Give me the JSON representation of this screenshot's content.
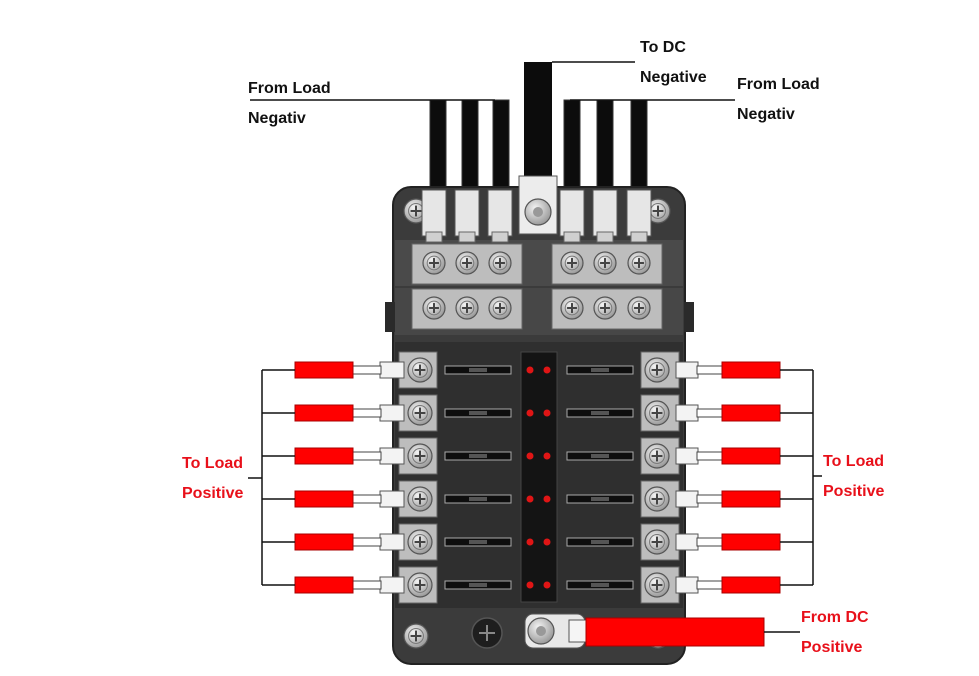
{
  "labels": {
    "from_load_negative_left": {
      "line1": "From Load",
      "line2": "Negativ"
    },
    "to_dc_negative": {
      "line1": "To DC",
      "line2": "Negative"
    },
    "from_load_negative_right": {
      "line1": "From Load",
      "line2": "Negativ"
    },
    "to_load_positive_left": {
      "line1": "To Load",
      "line2": "Positive"
    },
    "to_load_positive_right": {
      "line1": "To Load",
      "line2": "Positive"
    },
    "from_dc_positive": {
      "line1": "From DC",
      "line2": "Positive"
    }
  },
  "fuse_circuits": 12,
  "colors": {
    "box_body": "#3b3b3b",
    "terminal_plate": "#bdbdbd",
    "wire_negative": "#0c0c0c",
    "wire_positive": "#ff0000",
    "label_negative": "#111111",
    "label_positive": "#e8101a",
    "led": "#e01515"
  },
  "icons": [
    "screw-terminal-icon",
    "mounting-screw-icon",
    "led-indicator-icon",
    "fuse-icon"
  ]
}
